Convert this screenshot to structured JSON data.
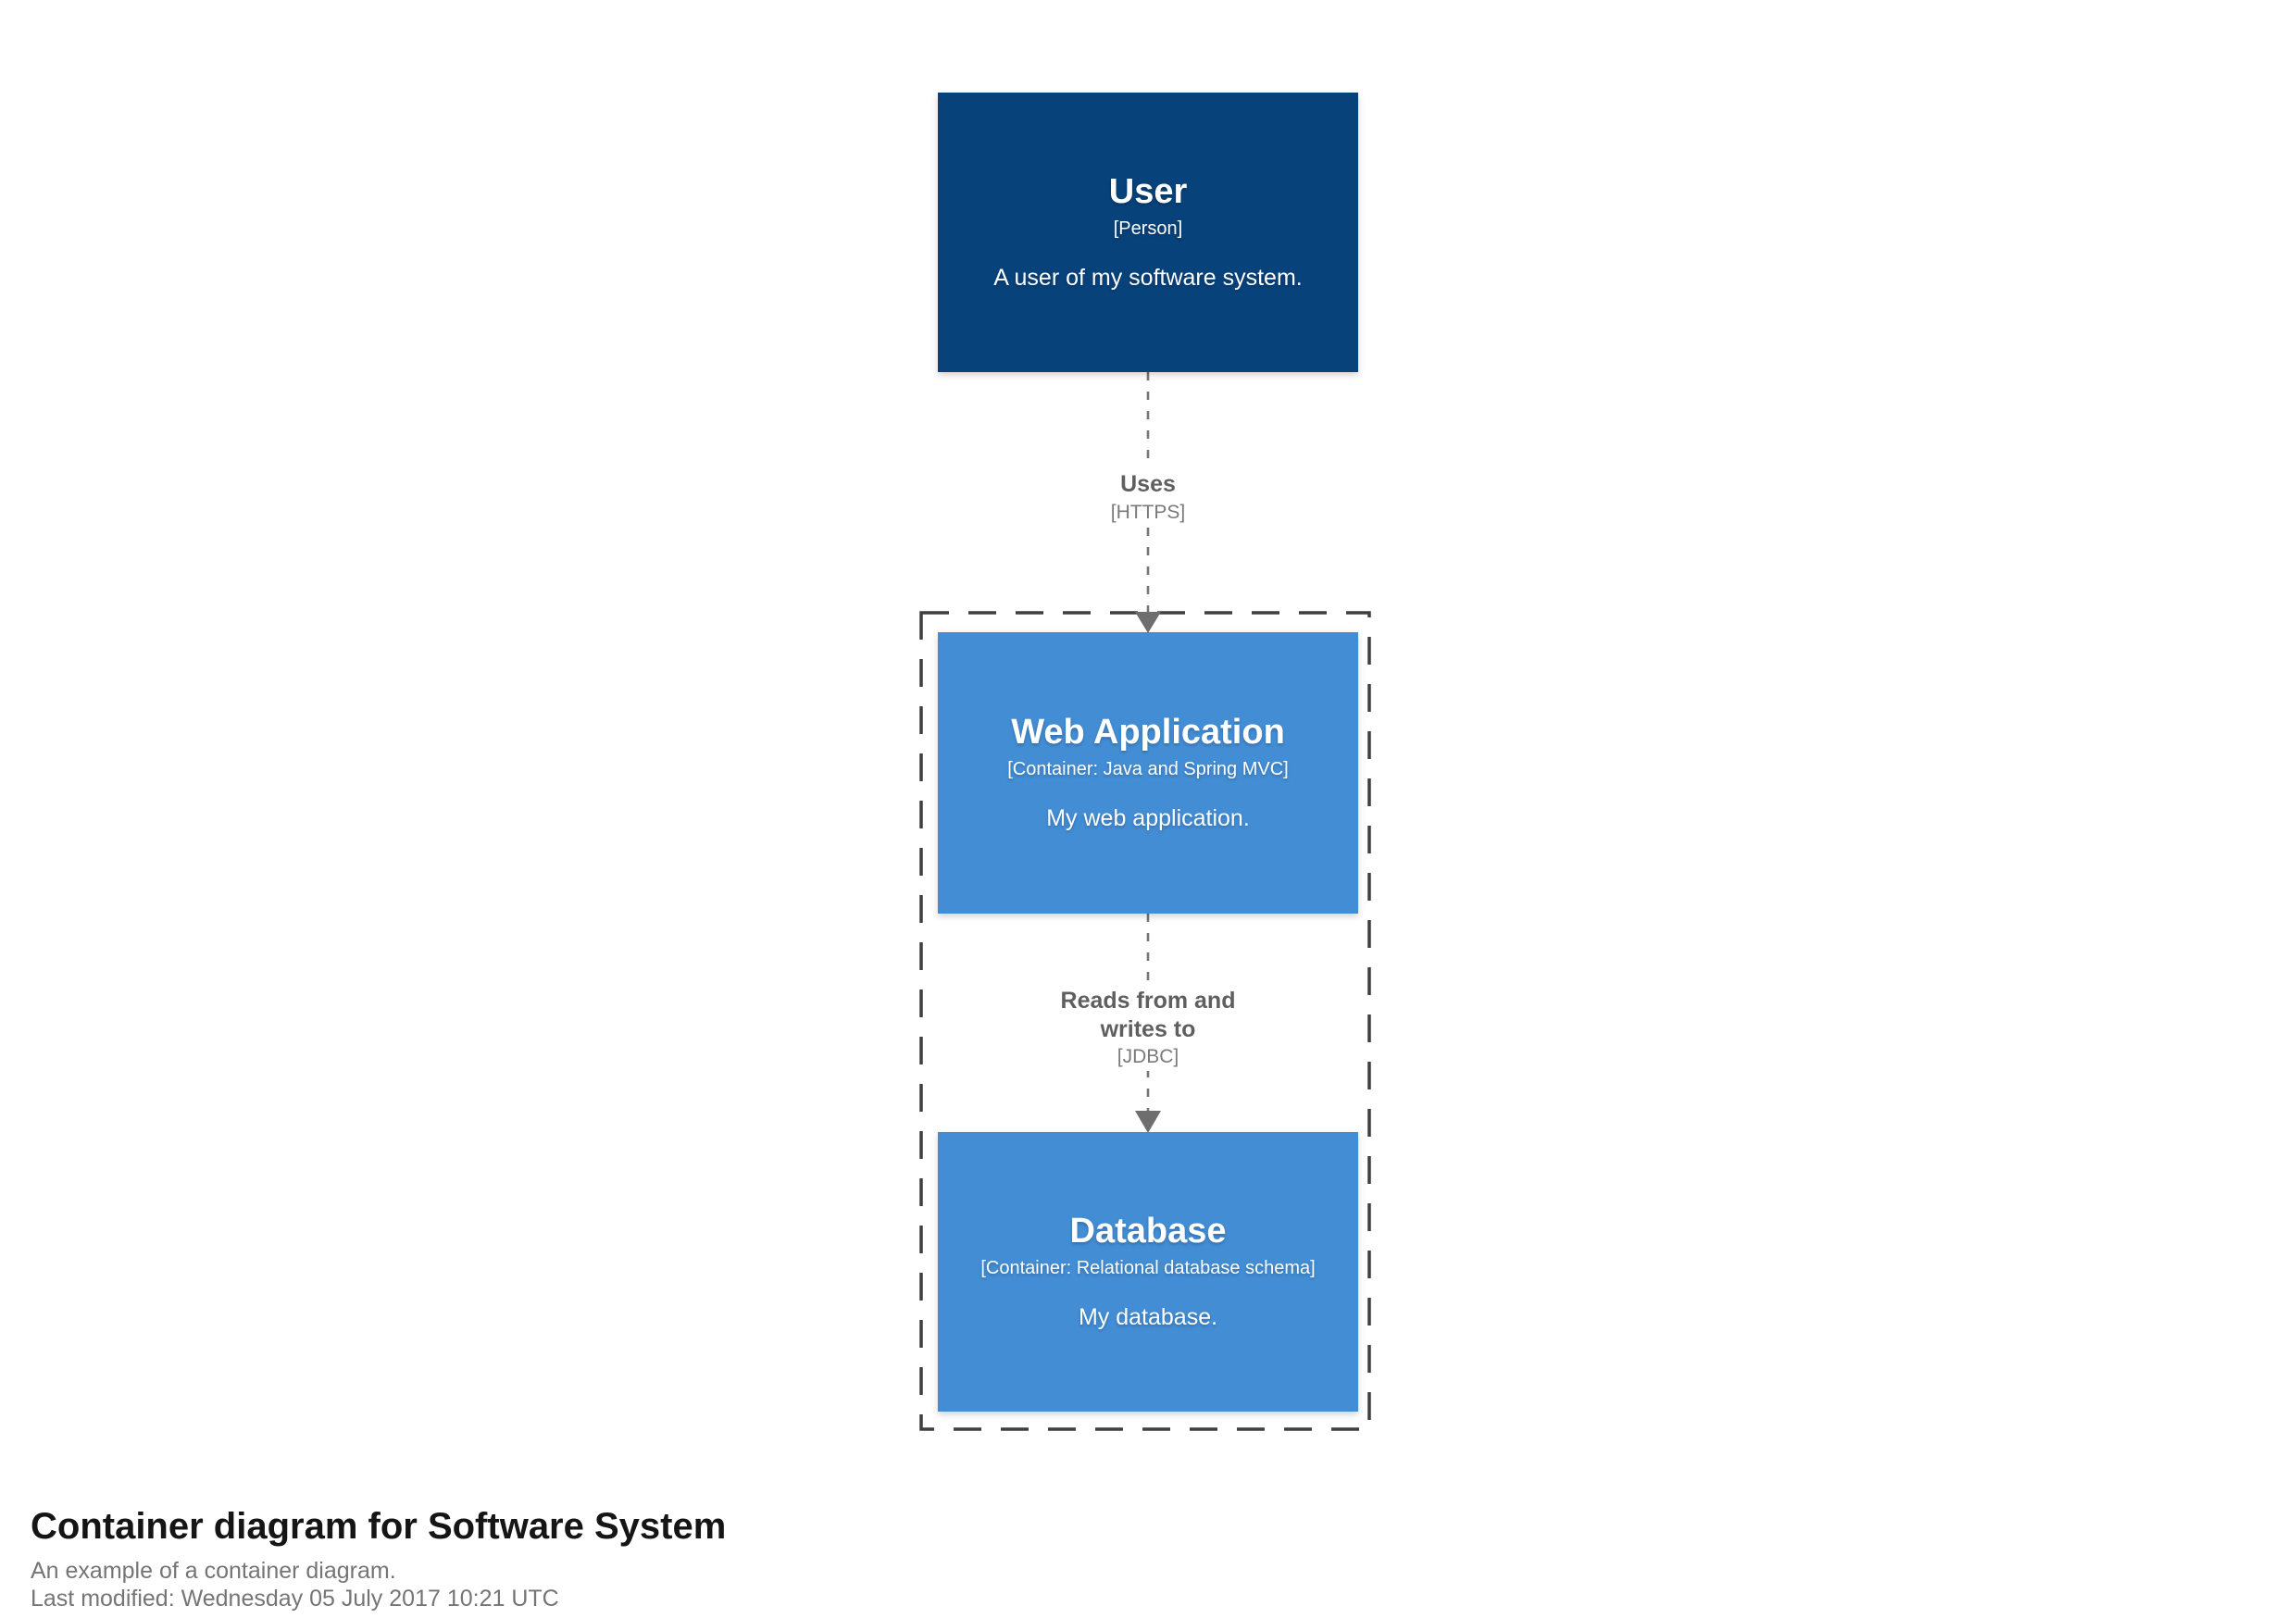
{
  "colors": {
    "person_bg": "#08427b",
    "container_bg": "#438dd5",
    "node_text": "#ffffff",
    "relationship_text": "#5f5f5f",
    "relationship_tech_text": "#7a7a7a",
    "relationship_line": "#757575",
    "arrowhead": "#6e6e6e",
    "boundary_line": "#3f3f3f",
    "footer_title_color": "#151515",
    "footer_text_color": "#757575",
    "page_bg": "#ffffff"
  },
  "diagram": {
    "nodes": [
      {
        "id": "user",
        "name": "User",
        "meta": "[Person]",
        "description": "A user of my software system.",
        "type": "person"
      },
      {
        "id": "web-application",
        "name": "Web Application",
        "meta": "[Container: Java and Spring MVC]",
        "description": "My web application.",
        "type": "container"
      },
      {
        "id": "database",
        "name": "Database",
        "meta": "[Container: Relational database schema]",
        "description": "My database.",
        "type": "container"
      }
    ],
    "relationships": [
      {
        "id": "uses",
        "name": "Uses",
        "technology": "[HTTPS]"
      },
      {
        "id": "reads-writes",
        "name": "Reads from and writes to",
        "technology": "[JDBC]"
      }
    ]
  },
  "footer": {
    "title": "Container diagram for Software System",
    "subtitle": "An example of a container diagram.",
    "last_modified": "Last modified: Wednesday 05 July 2017 10:21 UTC"
  }
}
